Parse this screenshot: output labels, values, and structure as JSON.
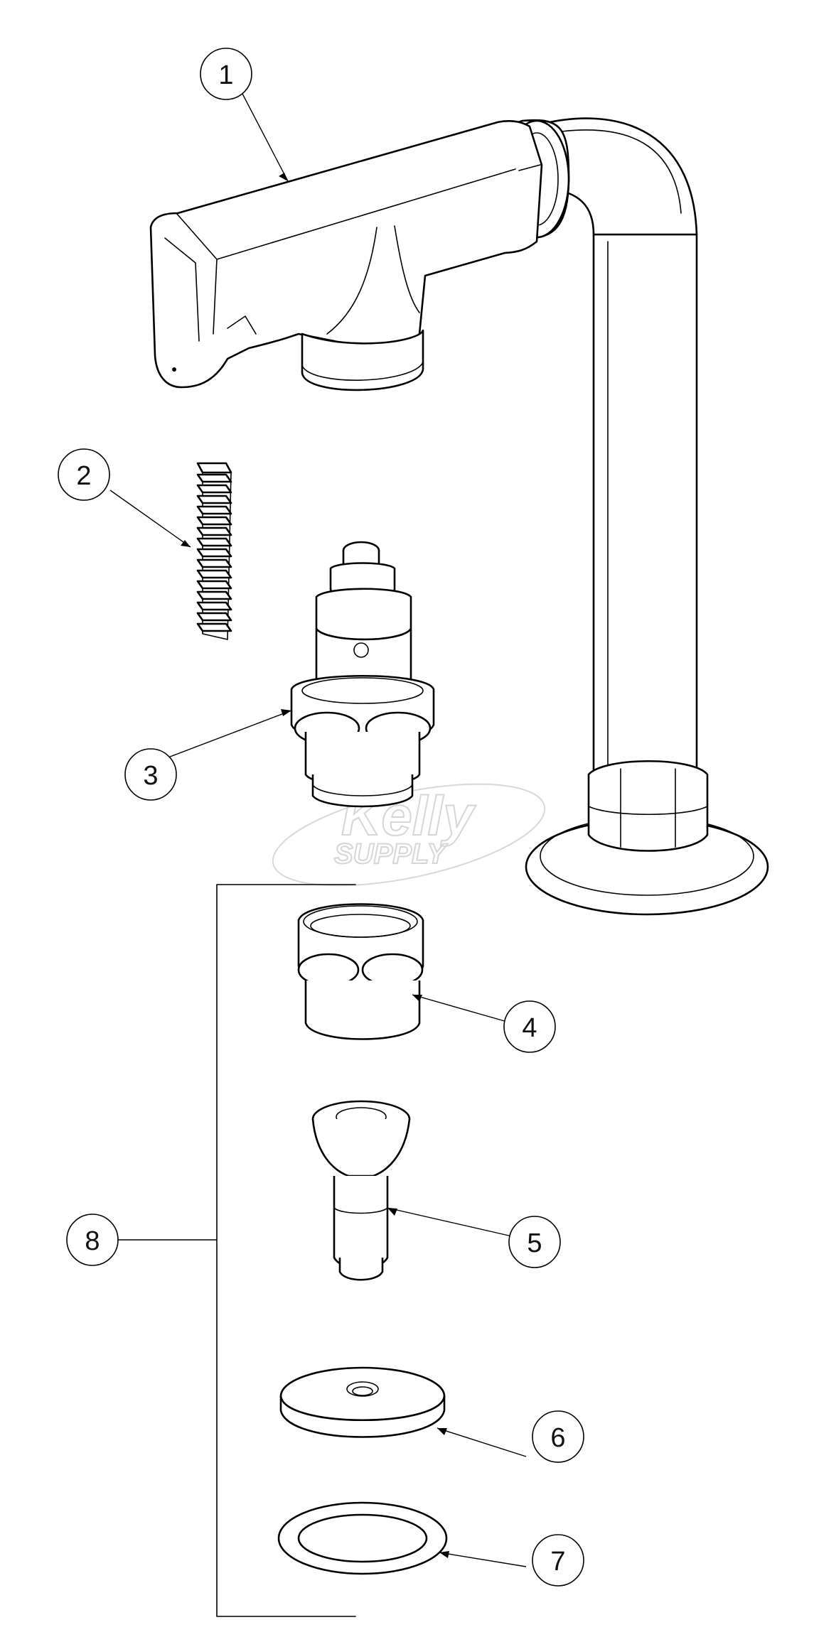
{
  "callouts": [
    {
      "id": "1",
      "label": "1"
    },
    {
      "id": "2",
      "label": "2"
    },
    {
      "id": "3",
      "label": "3"
    },
    {
      "id": "4",
      "label": "4"
    },
    {
      "id": "5",
      "label": "5"
    },
    {
      "id": "6",
      "label": "6"
    },
    {
      "id": "7",
      "label": "7"
    },
    {
      "id": "8",
      "label": "8"
    }
  ],
  "watermark": {
    "line1": "Kelly",
    "line2": "SUPPLY"
  },
  "colors": {
    "line": "#000000",
    "background": "#ffffff",
    "watermark": "#d6d6d6"
  }
}
